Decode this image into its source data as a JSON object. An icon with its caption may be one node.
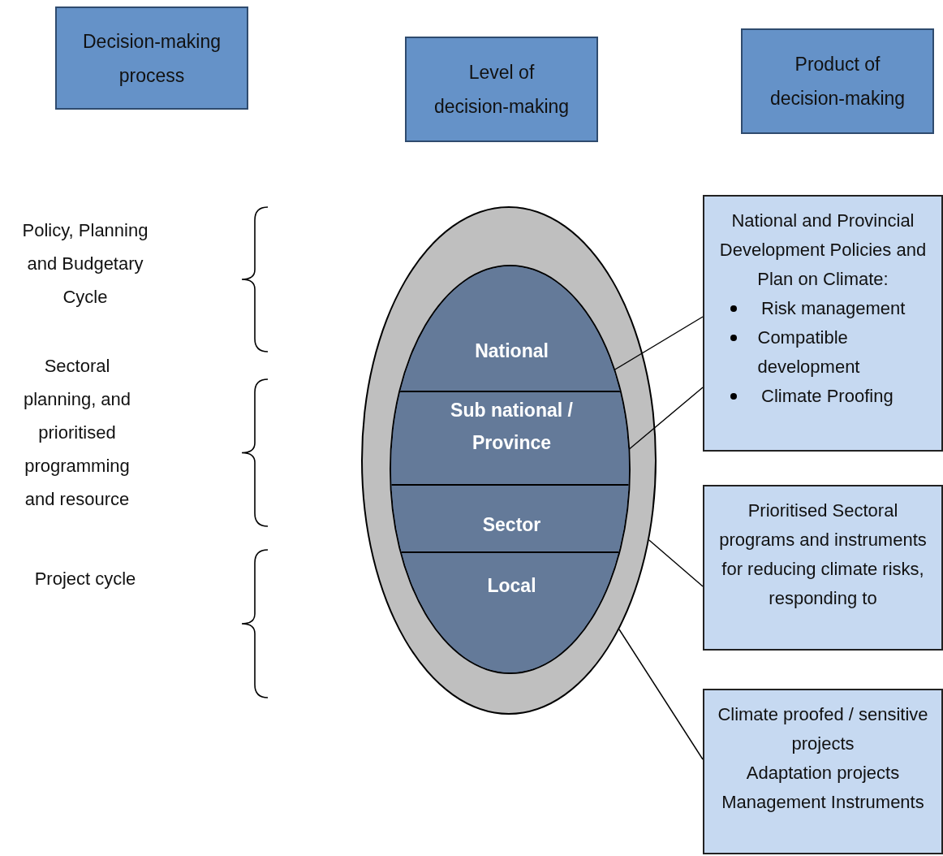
{
  "diagram": {
    "nodes": [
      {
        "text": [
          "Decision-making process"
        ]
      },
      {
        "text": [
          "Level of decision-making"
        ]
      },
      {
        "text": [
          "Product of decision-making"
        ]
      },
      {
        "text": [],
        "shape": "ellipse"
      },
      {
        "text": [],
        "shape": "ellipse",
        "in": 3
      },
      {
        "text": [
          "National"
        ],
        "in": 4
      },
      {
        "text": [
          "Sub national / Province"
        ],
        "in": 4
      },
      {
        "text": [
          "Sector"
        ],
        "in": 4
      },
      {
        "text": [
          "Local"
        ],
        "in": 4
      },
      {
        "text": [
          "National and Provincial Development Policies and Plan on Climate:",
          "Risk management",
          "Compatible development",
          "Climate Proofing"
        ]
      },
      {
        "text": [
          "Prioritised Sectoral programs and instruments for reducing climate risks, responding to"
        ]
      },
      {
        "text": [
          "Climate proofed / sensitive projects",
          "Adaptation projects",
          "Management Instruments"
        ]
      }
    ],
    "edges": [
      {
        "from": 9,
        "to": 5,
        "arrow": "none"
      },
      {
        "from": 9,
        "to": 6,
        "arrow": "none"
      },
      {
        "from": 10,
        "to": 3,
        "arrow": "none"
      },
      {
        "from": 11,
        "to": 3,
        "arrow": "none"
      }
    ],
    "labels": [
      "Policy, Planning and Budgetary Cycle",
      "Sectoral planning, and prioritised programming and resource",
      "Project cycle"
    ]
  }
}
